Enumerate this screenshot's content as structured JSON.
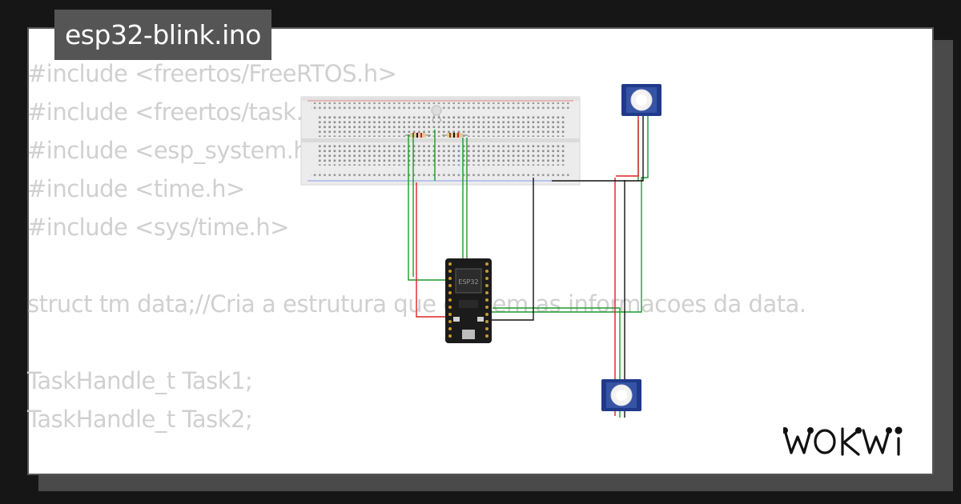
{
  "title": "esp32-blink.ino",
  "code_lines": [
    "#include <freertos/FreeRTOS.h>",
    "#include <freertos/task.h>",
    "#include <esp_system.h>",
    "#include <time.h>",
    "#include <sys/time.h>",
    "",
    "struct tm data;//Cria a estrutura que contem as informacoes da data.",
    "",
    "TaskHandle_t Task1;",
    "TaskHandle_t Task2;"
  ],
  "brand": "WOKWi",
  "chip_label": "ESP32",
  "icons": [
    "esp32-board-icon",
    "breadboard-icon",
    "pir-sensor-icon",
    "resistor-icon",
    "led-icon",
    "wokwi-logo-icon"
  ],
  "colors": {
    "background": "#161616",
    "card": "#ffffff",
    "code_text": "#d0d0d0",
    "title_badge": "#555555",
    "wire_red": "#e02020",
    "wire_green": "#1f9a2a",
    "wire_black": "#111111",
    "sensor_blue": "#1f3a8a"
  }
}
